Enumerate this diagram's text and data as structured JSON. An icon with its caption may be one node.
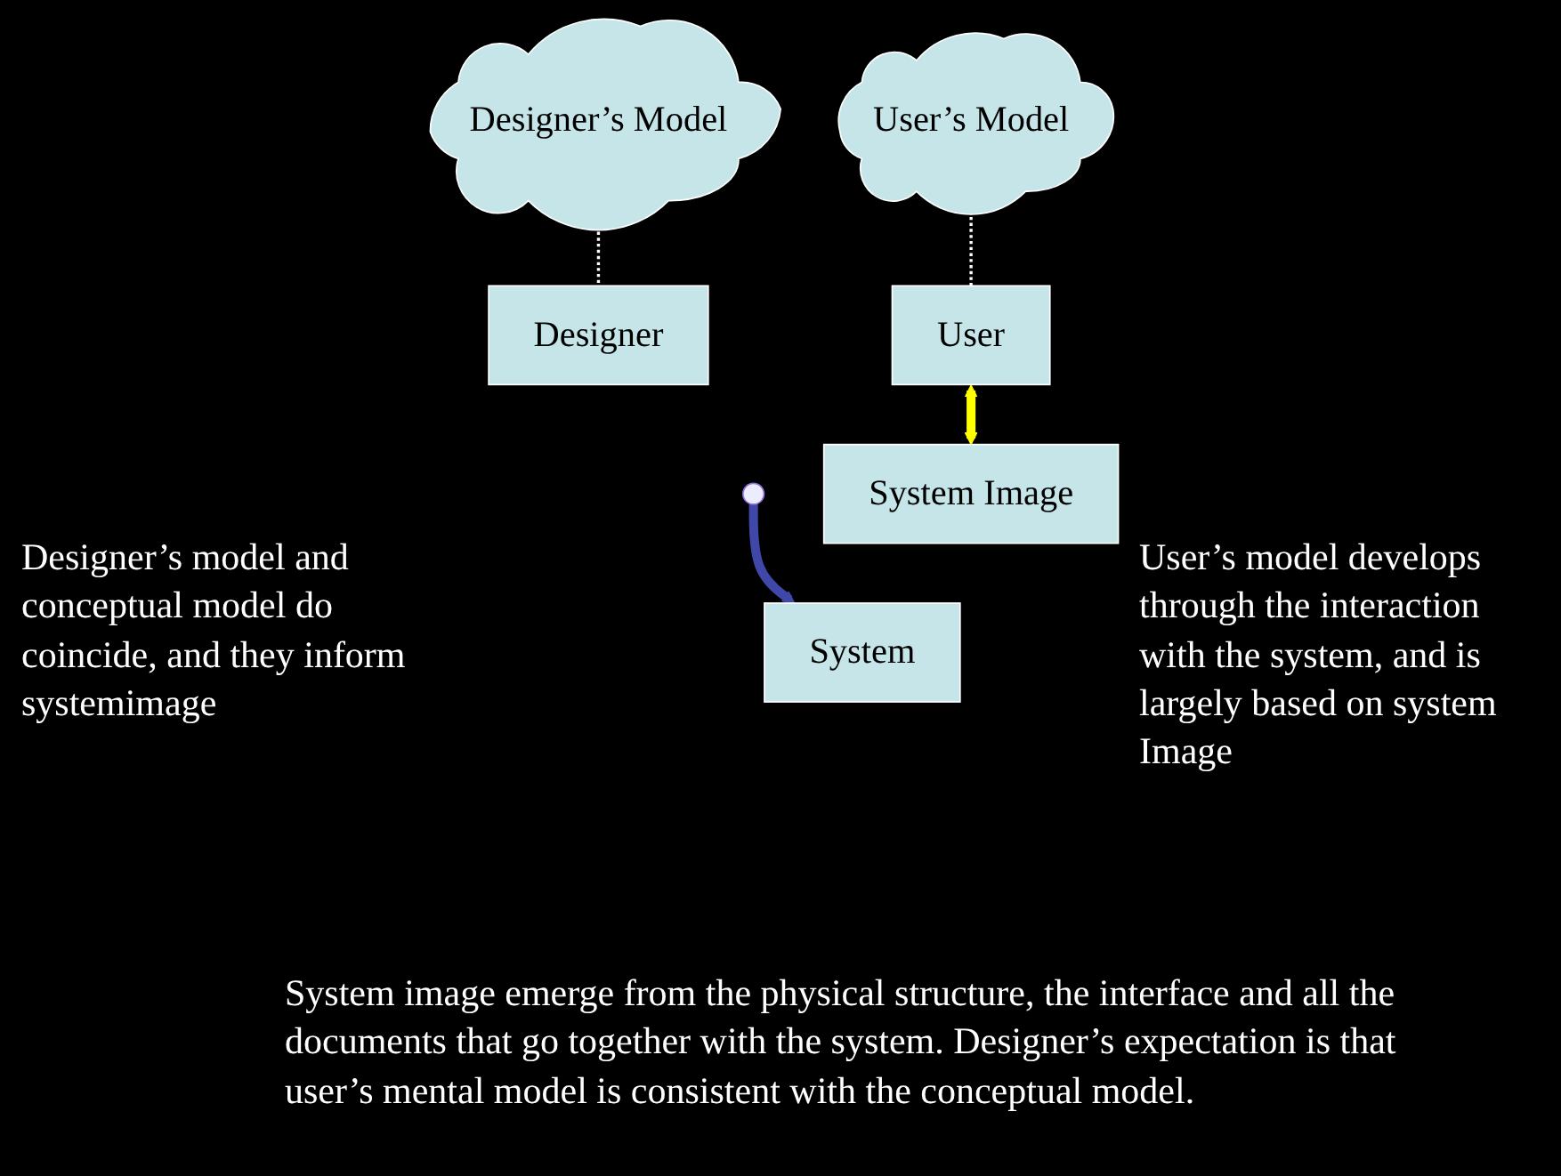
{
  "diagram": {
    "nodes": [
      {
        "text": [
          "Designer’s Model"
        ]
      },
      {
        "text": [
          "User’s Model"
        ]
      },
      {
        "text": [
          "Designer"
        ]
      },
      {
        "text": [
          "User"
        ]
      },
      {
        "text": [
          "System Image"
        ]
      },
      {
        "text": [
          "System"
        ]
      }
    ],
    "edges": [
      {
        "from": 0,
        "to": 2,
        "arrow": "none",
        "style": "dashed"
      },
      {
        "from": 1,
        "to": 3,
        "arrow": "none",
        "style": "dashed"
      },
      {
        "from": 3,
        "to": 4,
        "arrow": "both",
        "style": "thick",
        "color": "#ffff00"
      },
      {
        "from": null,
        "to": 5,
        "arrow": "to",
        "style": "thick",
        "color": "#3f48a8"
      }
    ],
    "labels": [
      "Designer’s model and conceptual model do coincide, and they inform systemimage",
      "User’s model develops through the interaction with the system, and is largely based on system Image",
      "System image emerge from the physical structure, the interface and all the documents that go together with the system. Designer’s expectation is that user’s mental model is  consistent with the conceptual model."
    ]
  }
}
